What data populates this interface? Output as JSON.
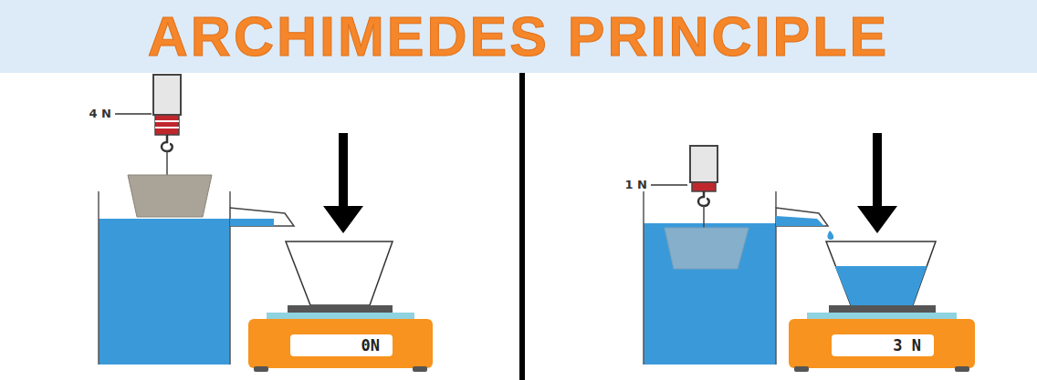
{
  "diagram": {
    "title": "ARCHIMEDES PRINCIPLE",
    "nodes": [
      {
        "text": [
          "0N"
        ]
      },
      {
        "text": [
          "3 N"
        ]
      }
    ],
    "labels": [
      "4 N",
      "1 N"
    ]
  }
}
